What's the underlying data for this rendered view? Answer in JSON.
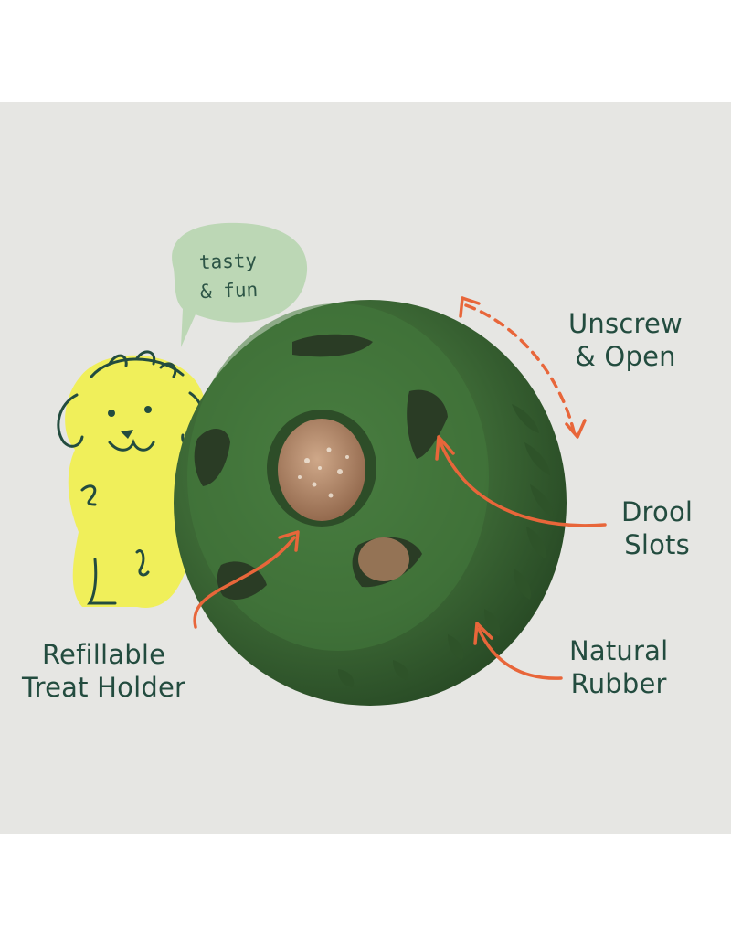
{
  "bubble": {
    "line1": "tasty",
    "line2": "& fun"
  },
  "labels": {
    "unscrew": [
      "Unscrew",
      "& Open"
    ],
    "drool": [
      "Drool",
      "Slots"
    ],
    "rubber": [
      "Natural",
      "Rubber"
    ],
    "refill": [
      "Refillable",
      "Treat Holder"
    ]
  },
  "colors": {
    "background": "#e6e6e3",
    "label_text": "#234c3f",
    "arrow": "#e8663a",
    "ball_green": "#3f6b37",
    "dog_yellow": "#f0ef5a",
    "bubble_green": "#bcd7b5",
    "treat": "#b89070"
  }
}
